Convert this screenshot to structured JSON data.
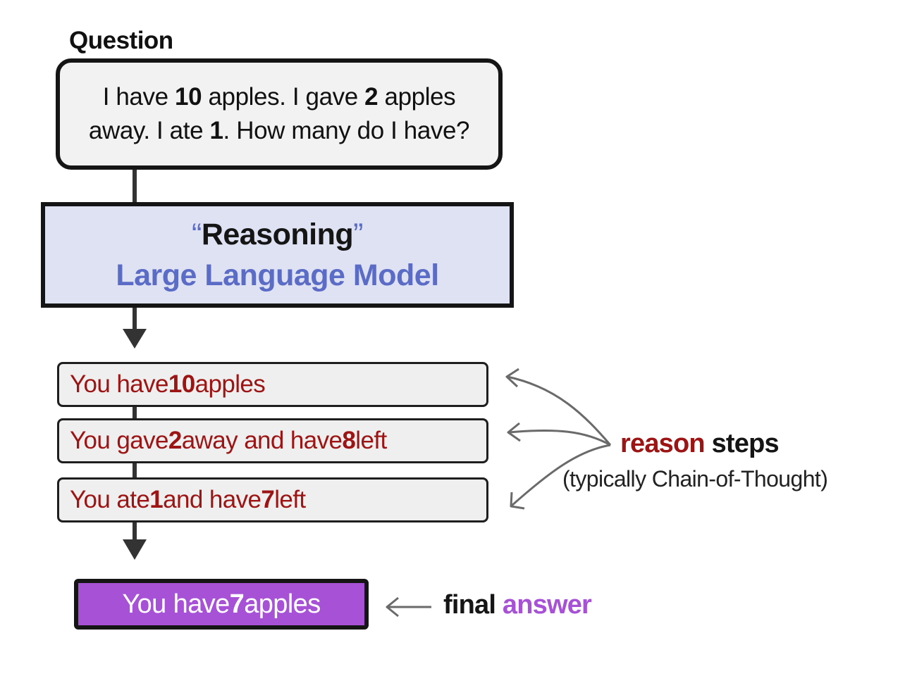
{
  "question_label": "Question",
  "question": {
    "line1": {
      "a": "I have ",
      "b": "10",
      "c": " apples. I gave ",
      "d": "2",
      "e": " apples"
    },
    "line2": {
      "a": "away. I ate ",
      "b": "1",
      "c": ". How many do I have?"
    }
  },
  "model": {
    "open_quote": "“",
    "title": "Reasoning",
    "close_quote": "”",
    "subtitle": "Large Language Model"
  },
  "steps": [
    {
      "a": "You have ",
      "b": "10",
      "c": " apples",
      "d": "",
      "e": ""
    },
    {
      "a": "You gave ",
      "b": "2",
      "c": " away and have ",
      "d": "8",
      "e": " left"
    },
    {
      "a": "You ate ",
      "b": "1",
      "c": " and have ",
      "d": "7",
      "e": " left"
    }
  ],
  "answer": {
    "a": "You have ",
    "b": "7",
    "c": " apples"
  },
  "reason_label": {
    "red": "reason",
    "dark": " steps"
  },
  "reason_sub": "(typically Chain-of-Thought)",
  "final_label": {
    "dark": "final",
    "purple": " answer"
  },
  "colors": {
    "step_text": "#9c1414",
    "model_accent": "#5b6cc6",
    "model_fill": "#dfe2f3",
    "answer_fill": "#a651d6",
    "box_fill": "#f2f2f2",
    "stroke": "#151515",
    "annotation_arrow": "#6a6a6a"
  }
}
